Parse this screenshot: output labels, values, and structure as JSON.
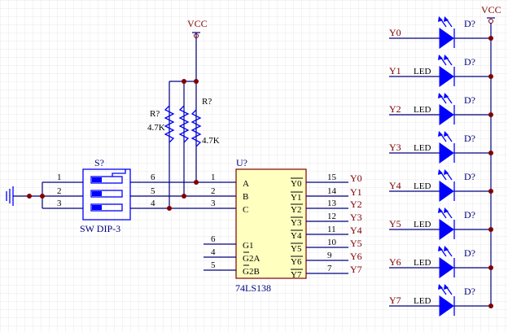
{
  "colors": {
    "background": "#ffffff",
    "grid": "#e8e8e8",
    "wire": "#000080",
    "component": "#0000ff",
    "label": "#800000",
    "chip_fill": "#ffffc0",
    "junction": "#800000"
  },
  "power": {
    "vcc_resistors": "VCC",
    "vcc_leds": "VCC"
  },
  "resistors": {
    "r1_designator": "R?",
    "r1_value": "4.7K",
    "r2_designator": "R?",
    "r2_value": "4.7K"
  },
  "dip_switch": {
    "designator": "S?",
    "name": "SW DIP-3",
    "left_pins": [
      "1",
      "2",
      "3"
    ],
    "right_pins": [
      "6",
      "5",
      "4"
    ]
  },
  "decoder": {
    "designator": "U?",
    "name": "74LS138",
    "input_pins": [
      {
        "num": "1",
        "name": "A"
      },
      {
        "num": "2",
        "name": "B"
      },
      {
        "num": "3",
        "name": "C"
      }
    ],
    "enable_pins": [
      {
        "num": "6",
        "name": "G1"
      },
      {
        "num": "4",
        "name": "G2A"
      },
      {
        "num": "5",
        "name": "G2B"
      }
    ],
    "output_pins": [
      {
        "num": "15",
        "name": "Y0",
        "net": "Y0"
      },
      {
        "num": "14",
        "name": "Y1",
        "net": "Y1"
      },
      {
        "num": "13",
        "name": "Y2",
        "net": "Y2"
      },
      {
        "num": "12",
        "name": "Y3",
        "net": "Y3"
      },
      {
        "num": "11",
        "name": "Y4",
        "net": "Y4"
      },
      {
        "num": "10",
        "name": "Y5",
        "net": "Y5"
      },
      {
        "num": "9",
        "name": "Y6",
        "net": "Y6"
      },
      {
        "num": "7",
        "name": "Y7",
        "net": "Y7"
      }
    ]
  },
  "leds": [
    {
      "net": "Y0",
      "designator": "D?",
      "name": ""
    },
    {
      "net": "Y1",
      "designator": "D?",
      "name": "LED"
    },
    {
      "net": "Y2",
      "designator": "D?",
      "name": "LED"
    },
    {
      "net": "Y3",
      "designator": "D?",
      "name": "LED"
    },
    {
      "net": "Y4",
      "designator": "D?",
      "name": "LED"
    },
    {
      "net": "Y5",
      "designator": "D?",
      "name": "LED"
    },
    {
      "net": "Y6",
      "designator": "D?",
      "name": "LED"
    },
    {
      "net": "Y7",
      "designator": "D?",
      "name": "LED"
    }
  ]
}
